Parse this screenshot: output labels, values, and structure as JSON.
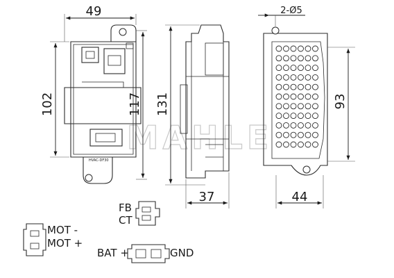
{
  "dimensions": {
    "width_front": "49",
    "height_front_outer": "102",
    "height_front_inner": "117",
    "height_side": "131",
    "depth_side": "37",
    "holes": "2-Ø5",
    "height_back": "93",
    "width_back": "44"
  },
  "watermark": "MAHLE",
  "part_marking": "HVAC-DF30",
  "pinouts": {
    "feedback": {
      "top": "FB",
      "bottom": "CT"
    },
    "motor": {
      "top": "MOT -",
      "bottom": "MOT +"
    },
    "power": {
      "left": "BAT +",
      "right": "GND"
    }
  }
}
